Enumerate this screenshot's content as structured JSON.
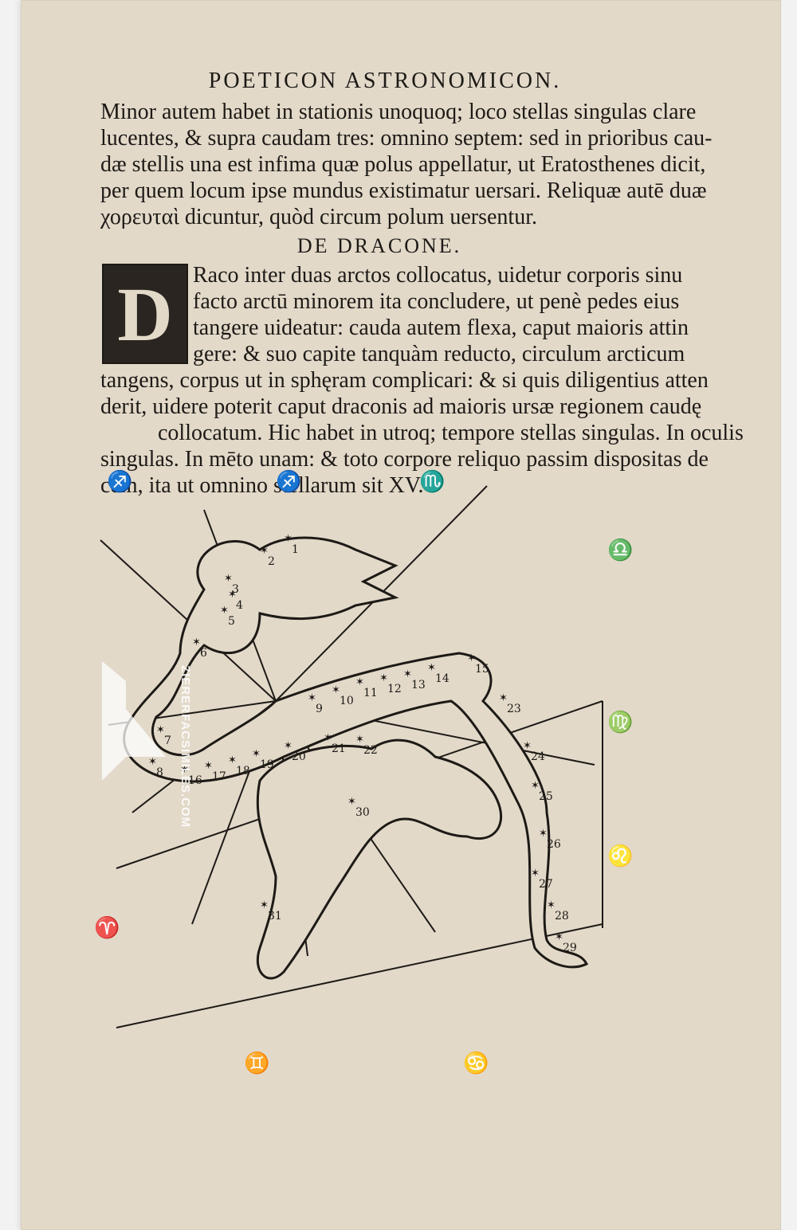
{
  "page": {
    "running_head": "POETICON ASTRONOMICON.",
    "paragraph1": [
      "Minor autem habet in stationis unoquoq; loco stellas singulas clare",
      "lucentes, & supra caudam tres: omnino septem: sed in prioribus cau-",
      "dæ stellis una est infima quæ polus appellatur, ut Eratosthenes dicit,",
      "per quem locum ipse mundus existimatur uersari. Reliquæ autē duæ",
      "χορευταὶ dicuntur, quòd circum polum uersentur."
    ],
    "section_heading": "DE DRACONE.",
    "initial_letter": "D",
    "paragraph2": [
      "Raco inter duas arctos collocatus, uidetur corporis sinu",
      "facto arctū minorem ita concludere, ut penè pedes eius",
      "tangere uideatur: cauda autem flexa, caput maioris attin",
      "gere: & suo capite tanquàm reducto, circulum arcticum",
      "tangens, corpus ut in sphęram complicari: & si quis diligentius atten",
      "derit, uidere poterit caput draconis ad maioris ursæ regionem caudę",
      "collocatum.  Hic habet in utroq; tempore stellas singulas. In oculis",
      "singulas. In mēto unam: & toto corpore reliquo passim dispositas de",
      "cem, ita ut omnino stellarum sit XV."
    ]
  },
  "figure": {
    "zodiac_signs": [
      "♐",
      "♐",
      "♏",
      "♎",
      "♍",
      "♌",
      "♈",
      "♊",
      "♋"
    ],
    "star_numbers": [
      "1",
      "2",
      "3",
      "4",
      "5",
      "6",
      "7",
      "8",
      "9",
      "10",
      "11",
      "12",
      "13",
      "14",
      "15",
      "16",
      "17",
      "18",
      "19",
      "20",
      "21",
      "22",
      "23",
      "24",
      "25",
      "26",
      "27",
      "28",
      "29",
      "30",
      "31"
    ]
  },
  "watermark": {
    "text": "ZIERERFACSIMILES.COM"
  },
  "colors": {
    "paper": "#e2d9c9",
    "ink": "#1d1a16"
  }
}
